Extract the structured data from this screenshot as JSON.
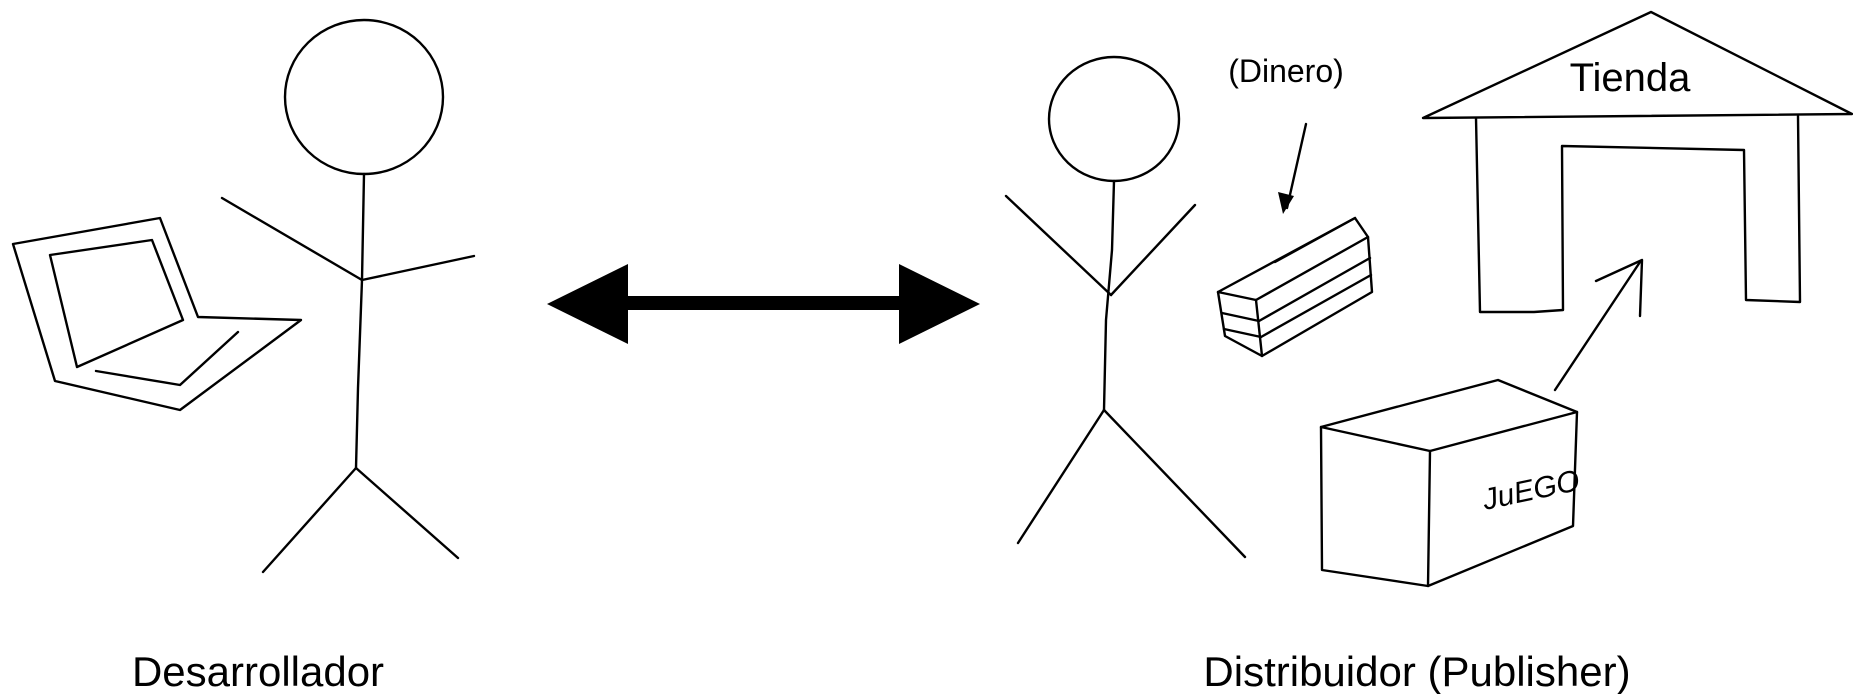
{
  "labels": {
    "developer": "Desarrollador",
    "publisher": "Distribuidor (Publisher)",
    "money": "(Dinero)",
    "store": "Tienda",
    "game_box": "JuEGO"
  },
  "colors": {
    "ink": "#000000",
    "background": "#ffffff"
  },
  "icons": [
    "stick-figure-icon",
    "laptop-icon",
    "double-arrow-icon",
    "money-stack-icon",
    "store-icon",
    "game-box-icon"
  ]
}
